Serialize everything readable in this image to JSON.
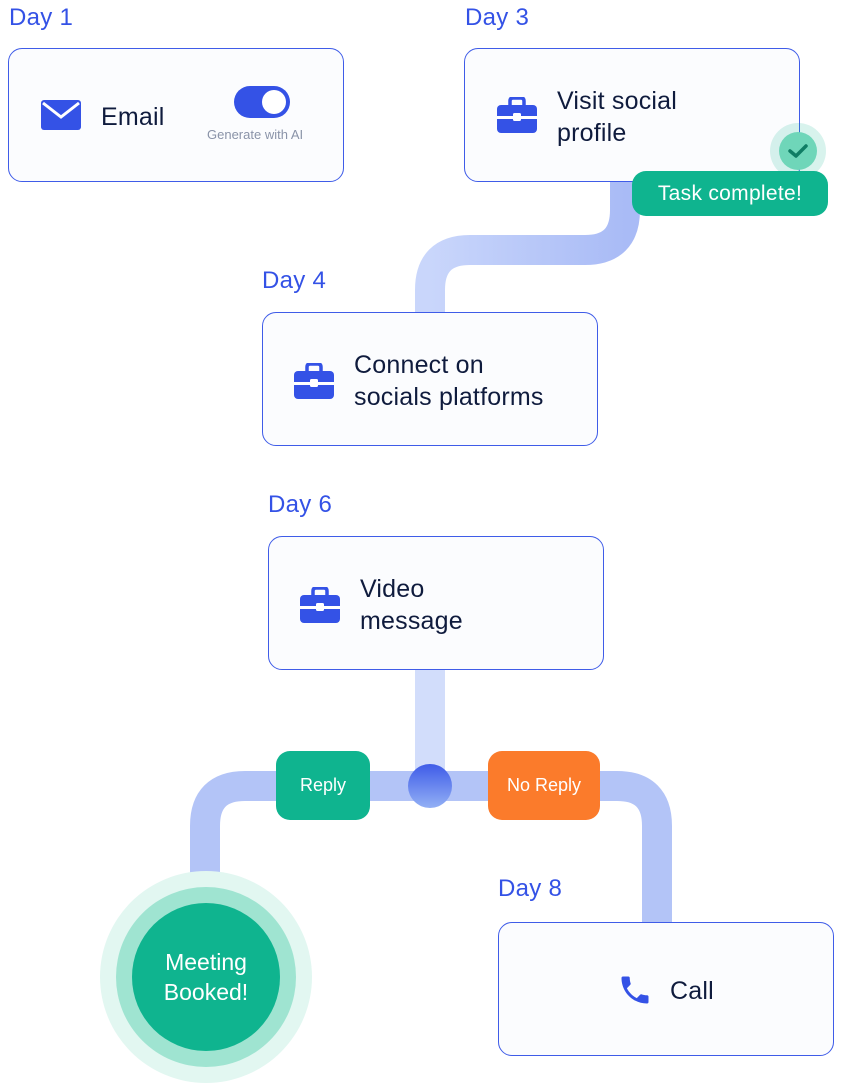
{
  "steps": [
    {
      "day": "Day 1",
      "title": "Email",
      "icon": "envelope-icon"
    },
    {
      "day": "Day 3",
      "title_lines": [
        "Visit social",
        "profile"
      ],
      "icon": "briefcase-icon"
    },
    {
      "day": "Day 4",
      "title_lines": [
        "Connect on",
        "socials platforms"
      ],
      "icon": "briefcase-icon"
    },
    {
      "day": "Day 6",
      "title_lines": [
        "Video",
        "message"
      ],
      "icon": "briefcase-icon"
    },
    {
      "day": "Day 8",
      "title": "Call",
      "icon": "phone-icon"
    }
  ],
  "email_toggle": {
    "caption": "Generate with AI",
    "enabled": true
  },
  "task_status": {
    "label": "Task complete!",
    "icon": "check-icon"
  },
  "branches": {
    "reply": "Reply",
    "no_reply": "No Reply"
  },
  "outcome": {
    "lines": [
      "Meeting",
      "Booked!"
    ]
  },
  "colors": {
    "accent": "#3452e6",
    "success": "#0fb48f",
    "warning": "#fb7b2b",
    "connector": "#a9bbf6"
  }
}
